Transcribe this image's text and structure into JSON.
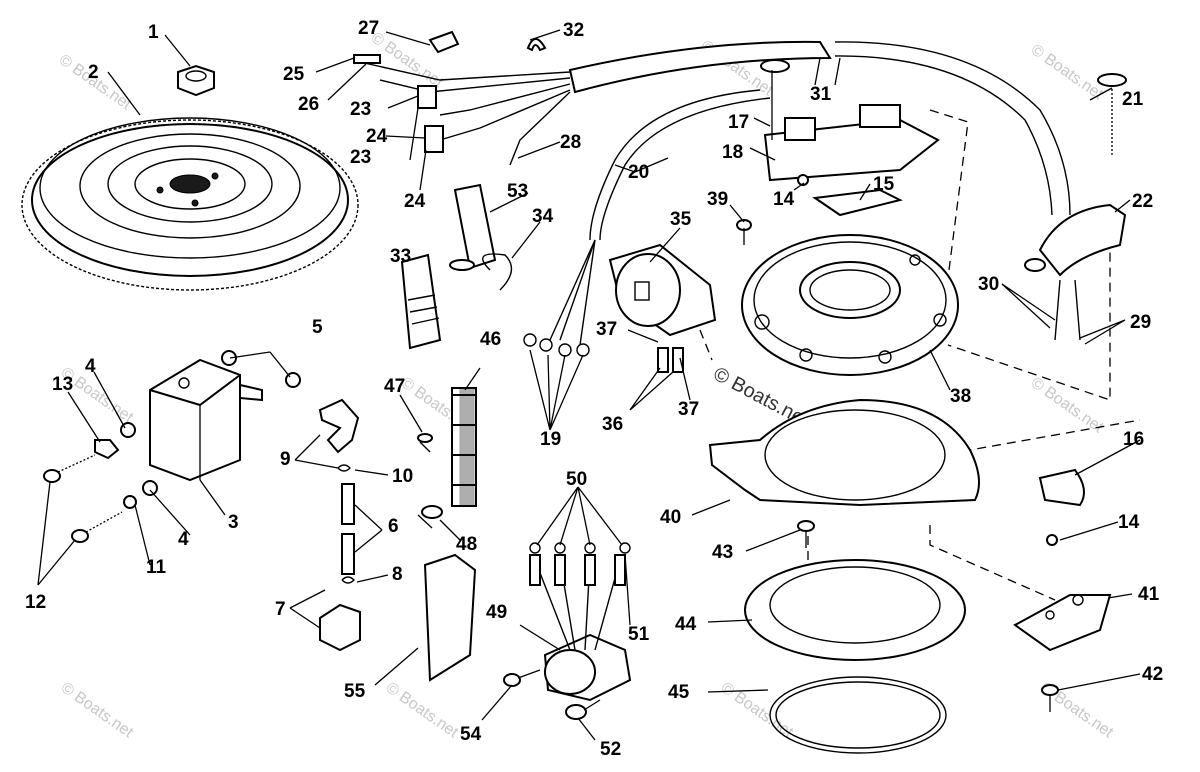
{
  "diagram": {
    "callouts": [
      {
        "id": "1",
        "text": "1"
      },
      {
        "id": "2",
        "text": "2"
      },
      {
        "id": "3",
        "text": "3"
      },
      {
        "id": "4a",
        "text": "4"
      },
      {
        "id": "4b",
        "text": "4"
      },
      {
        "id": "5",
        "text": "5"
      },
      {
        "id": "6",
        "text": "6"
      },
      {
        "id": "7",
        "text": "7"
      },
      {
        "id": "8",
        "text": "8"
      },
      {
        "id": "9",
        "text": "9"
      },
      {
        "id": "10",
        "text": "10"
      },
      {
        "id": "11",
        "text": "11"
      },
      {
        "id": "12",
        "text": "12"
      },
      {
        "id": "13",
        "text": "13"
      },
      {
        "id": "14a",
        "text": "14"
      },
      {
        "id": "14b",
        "text": "14"
      },
      {
        "id": "15",
        "text": "15"
      },
      {
        "id": "16",
        "text": "16"
      },
      {
        "id": "17",
        "text": "17"
      },
      {
        "id": "18",
        "text": "18"
      },
      {
        "id": "19",
        "text": "19"
      },
      {
        "id": "20",
        "text": "20"
      },
      {
        "id": "21",
        "text": "21"
      },
      {
        "id": "22",
        "text": "22"
      },
      {
        "id": "23a",
        "text": "23"
      },
      {
        "id": "23b",
        "text": "23"
      },
      {
        "id": "24a",
        "text": "24"
      },
      {
        "id": "24b",
        "text": "24"
      },
      {
        "id": "25",
        "text": "25"
      },
      {
        "id": "26",
        "text": "26"
      },
      {
        "id": "27",
        "text": "27"
      },
      {
        "id": "28",
        "text": "28"
      },
      {
        "id": "29",
        "text": "29"
      },
      {
        "id": "30",
        "text": "30"
      },
      {
        "id": "31",
        "text": "31"
      },
      {
        "id": "32",
        "text": "32"
      },
      {
        "id": "33",
        "text": "33"
      },
      {
        "id": "34",
        "text": "34"
      },
      {
        "id": "35",
        "text": "35"
      },
      {
        "id": "36",
        "text": "36"
      },
      {
        "id": "37a",
        "text": "37"
      },
      {
        "id": "37b",
        "text": "37"
      },
      {
        "id": "38",
        "text": "38"
      },
      {
        "id": "39",
        "text": "39"
      },
      {
        "id": "40",
        "text": "40"
      },
      {
        "id": "41",
        "text": "41"
      },
      {
        "id": "42",
        "text": "42"
      },
      {
        "id": "43",
        "text": "43"
      },
      {
        "id": "44",
        "text": "44"
      },
      {
        "id": "45",
        "text": "45"
      },
      {
        "id": "46",
        "text": "46"
      },
      {
        "id": "47",
        "text": "47"
      },
      {
        "id": "48",
        "text": "48"
      },
      {
        "id": "49",
        "text": "49"
      },
      {
        "id": "50",
        "text": "50"
      },
      {
        "id": "51",
        "text": "51"
      },
      {
        "id": "52",
        "text": "52"
      },
      {
        "id": "53",
        "text": "53"
      },
      {
        "id": "54",
        "text": "54"
      },
      {
        "id": "55",
        "text": "55"
      }
    ],
    "watermark_text": "© Boats.net",
    "center_watermark": "© Boats.net"
  }
}
